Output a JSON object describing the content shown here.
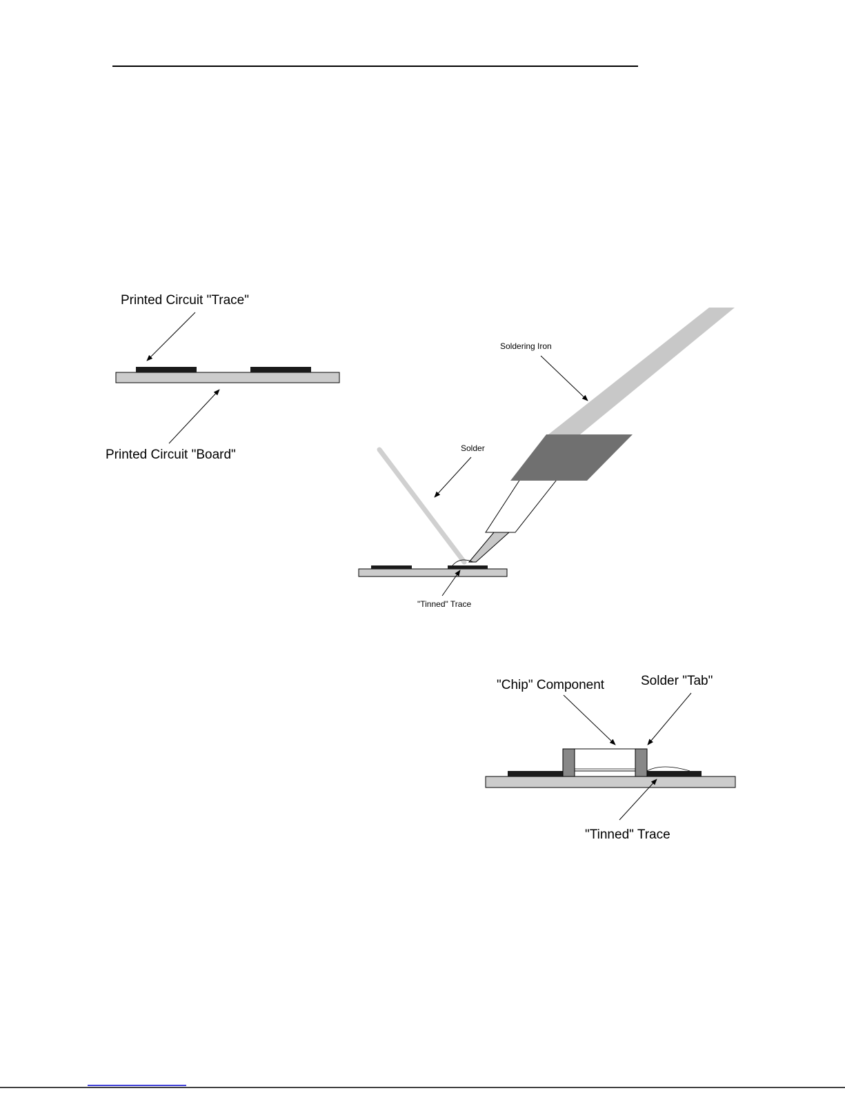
{
  "figure1": {
    "trace_label": "Printed Circuit \"Trace\"",
    "board_label": "Printed Circuit \"Board\""
  },
  "figure2": {
    "iron_label": "Soldering Iron",
    "solder_label": "Solder",
    "tinned_label": "\"Tinned\" Trace"
  },
  "figure3": {
    "chip_label": "\"Chip\" Component",
    "tab_label": "Solder \"Tab\"",
    "tinned_label": "\"Tinned\" Trace"
  },
  "colors": {
    "board": "#cccccc",
    "trace": "#1a1a1a",
    "iron": "#c8c8c8",
    "iron_grip": "#707070",
    "solder": "#d0d0d0",
    "tab": "#888888"
  }
}
